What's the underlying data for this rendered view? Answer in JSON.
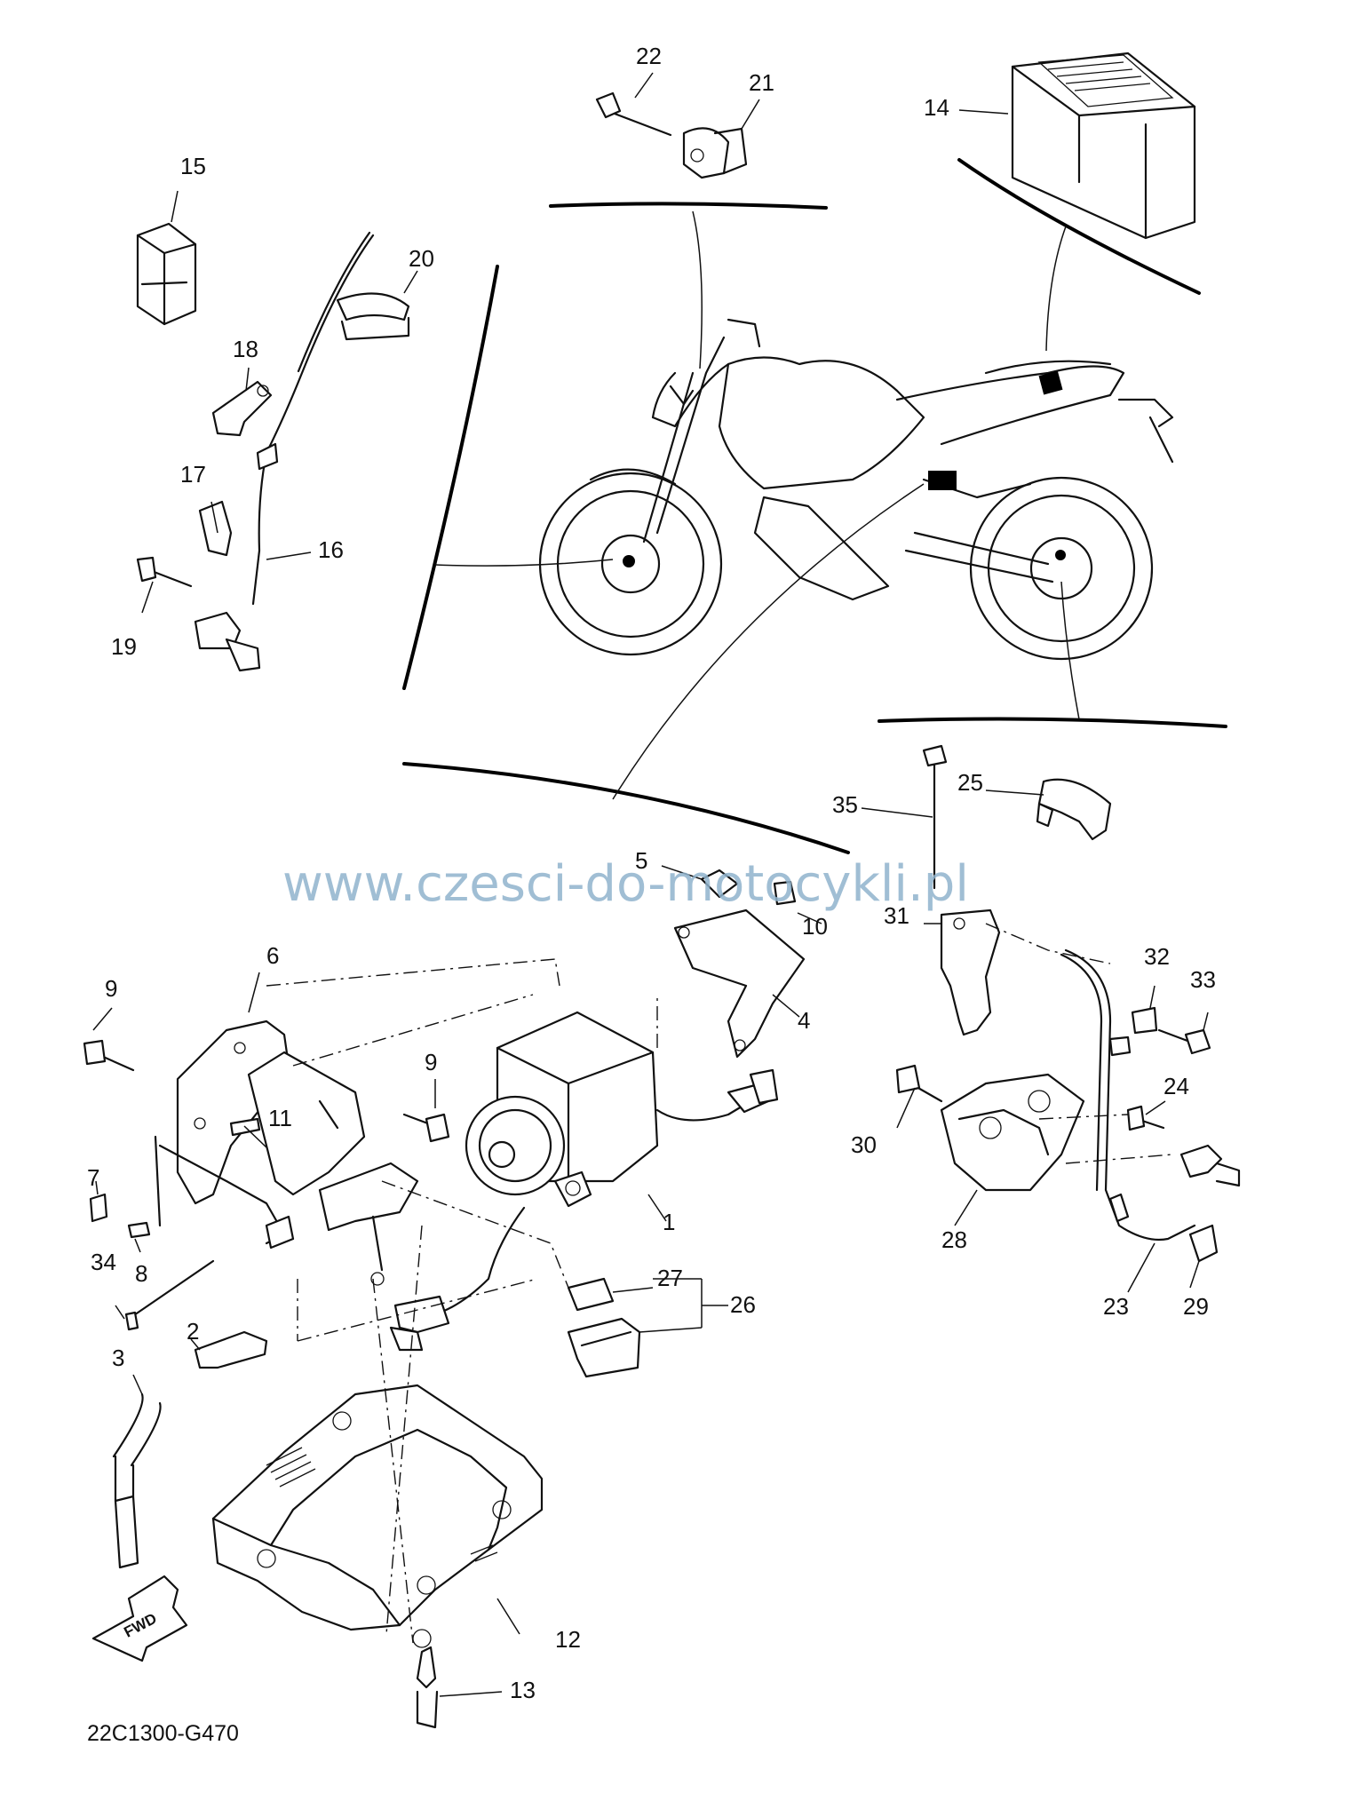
{
  "diagram": {
    "code": "22C1300-G470",
    "watermark": "www.czesci-do-motocykli.pl",
    "fwd_label": "FWD",
    "callouts": {
      "c1": "1",
      "c2": "2",
      "c3": "3",
      "c4": "4",
      "c5": "5",
      "c6": "6",
      "c7": "7",
      "c8": "8",
      "c9a": "9",
      "c9b": "9",
      "c10": "10",
      "c11": "11",
      "c12": "12",
      "c13": "13",
      "c14": "14",
      "c15": "15",
      "c16": "16",
      "c17": "17",
      "c18": "18",
      "c19": "19",
      "c20": "20",
      "c21": "21",
      "c22": "22",
      "c23": "23",
      "c24": "24",
      "c25": "25",
      "c26": "26",
      "c27": "27",
      "c28": "28",
      "c29": "29",
      "c30": "30",
      "c31": "31",
      "c32": "32",
      "c33": "33",
      "c34": "34",
      "c35": "35"
    },
    "colors": {
      "line": "#111111",
      "watermark": "#8fb3cc",
      "background": "#ffffff"
    }
  }
}
